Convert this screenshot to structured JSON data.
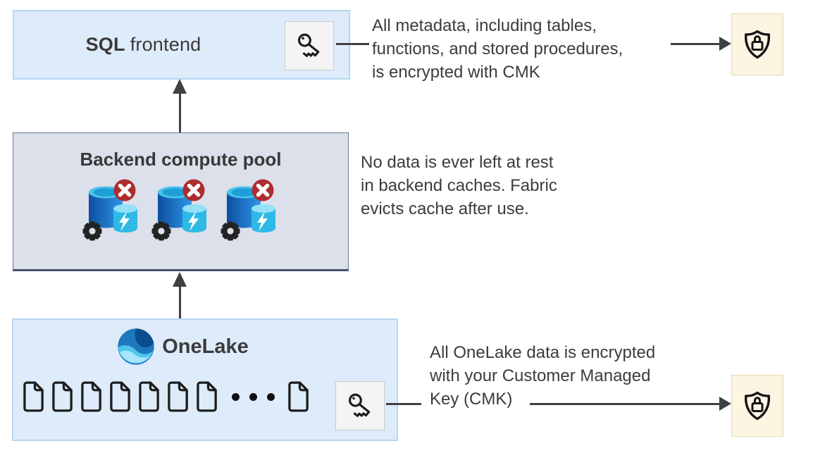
{
  "sql_box": {
    "title_bold": "SQL",
    "title_rest": "frontend"
  },
  "backend_box": {
    "title": "Backend compute pool",
    "cache_node_count": 3
  },
  "onelake_box": {
    "title": "OneLake",
    "documents_before_ellipsis": 7,
    "documents_after_ellipsis": 1
  },
  "annotations": {
    "metadata": {
      "line1": "All metadata, including tables,",
      "line2": "functions, and stored procedures,",
      "line3": "is encrypted with CMK"
    },
    "backend": {
      "line1": "No data is ever left at rest",
      "line2": "in backend caches. Fabric",
      "line3": "evicts cache after use."
    },
    "onelake": {
      "line1": "All OneLake data is encrypted",
      "line2": "with your Customer Managed",
      "line3": "Key (CMK)"
    }
  },
  "icons": {
    "key": "key-icon",
    "shield_lock": "shield-lock-icon",
    "document": "document-icon",
    "compute_cache": "compute-cache-db-icon",
    "no_rest_badge": "red-x-badge-icon",
    "gear": "gear-icon",
    "onelake_logo": "onelake-logo-icon",
    "ellipsis": "ellipsis-dots-icon"
  },
  "colors": {
    "box_blue_fill": "#DEEBFA",
    "box_blue_border": "#B6D6F2",
    "box_gray_fill": "#DCE0EA",
    "box_gray_border": "#46536E",
    "shield_box_fill": "#FBF5E2",
    "shield_box_border": "#E4D8AC",
    "key_box_fill": "#F4F4F4",
    "key_box_border": "#C9C9C9",
    "arrow": "#3F4044",
    "text": "#3C3C3C",
    "badge_red": "#AE2C2E",
    "db_blue_dark": "#0D4FA0",
    "db_blue_light": "#2E96E8",
    "cache_cyan": "#2EB9E6"
  }
}
